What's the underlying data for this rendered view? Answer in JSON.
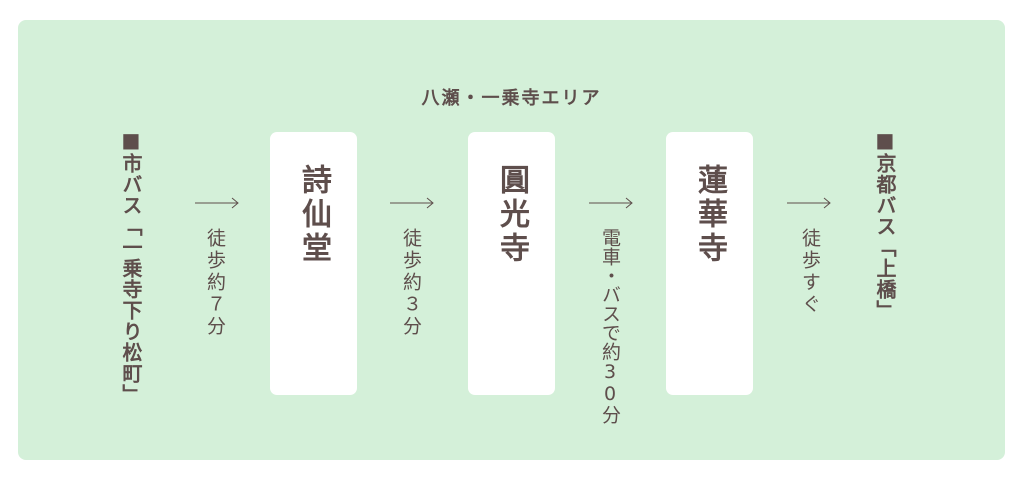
{
  "title": "八瀬・一乗寺エリア",
  "start_stop": "■市バス「一乗寺下り松町」",
  "end_stop": "■京都バス「上橋」",
  "spots": [
    "詩仙堂",
    "圓光寺",
    "蓮華寺"
  ],
  "steps": [
    "徒歩約７分",
    "徒歩約３分",
    "電車・バスで約30分",
    "徒歩すぐ"
  ],
  "colors": {
    "background": "#d4f0d9",
    "text": "#5e4e4c",
    "box": "#ffffff"
  }
}
